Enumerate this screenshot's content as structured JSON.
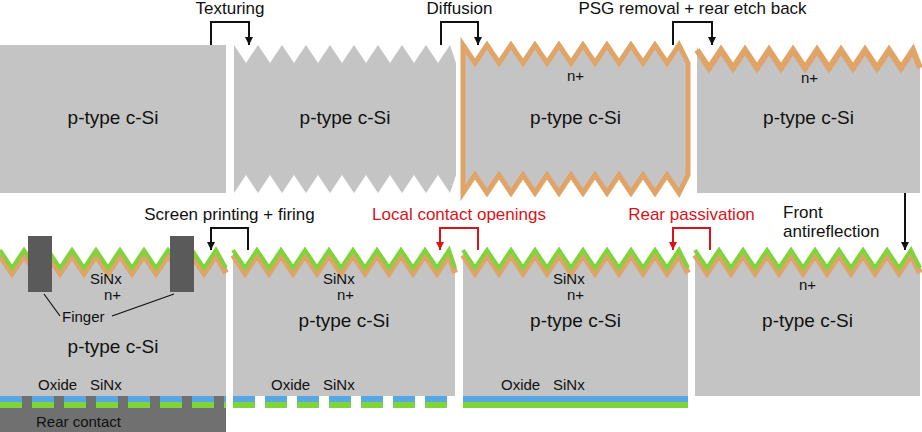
{
  "diagram": {
    "nodes": [
      {
        "text": [
          "p-type c-Si"
        ]
      },
      {
        "text": [
          "p-type c-Si"
        ]
      },
      {
        "text": [
          "p-type c-Si"
        ]
      },
      {
        "text": [
          "p-type c-Si"
        ]
      },
      {
        "text": [
          "p-type c-Si"
        ]
      },
      {
        "text": [
          "p-type c-Si"
        ]
      },
      {
        "text": [
          "p-type c-Si"
        ]
      },
      {
        "text": [
          "p-type c-Si"
        ]
      }
    ],
    "edges": [
      {
        "from": 0,
        "to": 1,
        "label": "Texturing",
        "arrow": "to"
      },
      {
        "from": 1,
        "to": 2,
        "label": "Diffusion",
        "arrow": "to"
      },
      {
        "from": 2,
        "to": 3,
        "label": "PSG removal + rear etch back",
        "arrow": "to"
      },
      {
        "from": 3,
        "to": 4,
        "label": "Front antireflection",
        "arrow": "to"
      },
      {
        "from": 4,
        "to": 5,
        "label": "Rear passivation",
        "arrow": "to"
      },
      {
        "from": 5,
        "to": 6,
        "label": "Local contact openings",
        "arrow": "to"
      },
      {
        "from": 6,
        "to": 7,
        "label": "Screen printing + firing",
        "arrow": "to"
      }
    ],
    "labels": [
      "n+",
      "n+",
      "n+",
      "SiNx",
      "n+",
      "Oxide",
      "SiNx",
      "SiNx",
      "n+",
      "Oxide",
      "SiNx",
      "SiNx",
      "n+",
      "Finger",
      "Oxide",
      "SiNx",
      "Rear contact"
    ]
  }
}
